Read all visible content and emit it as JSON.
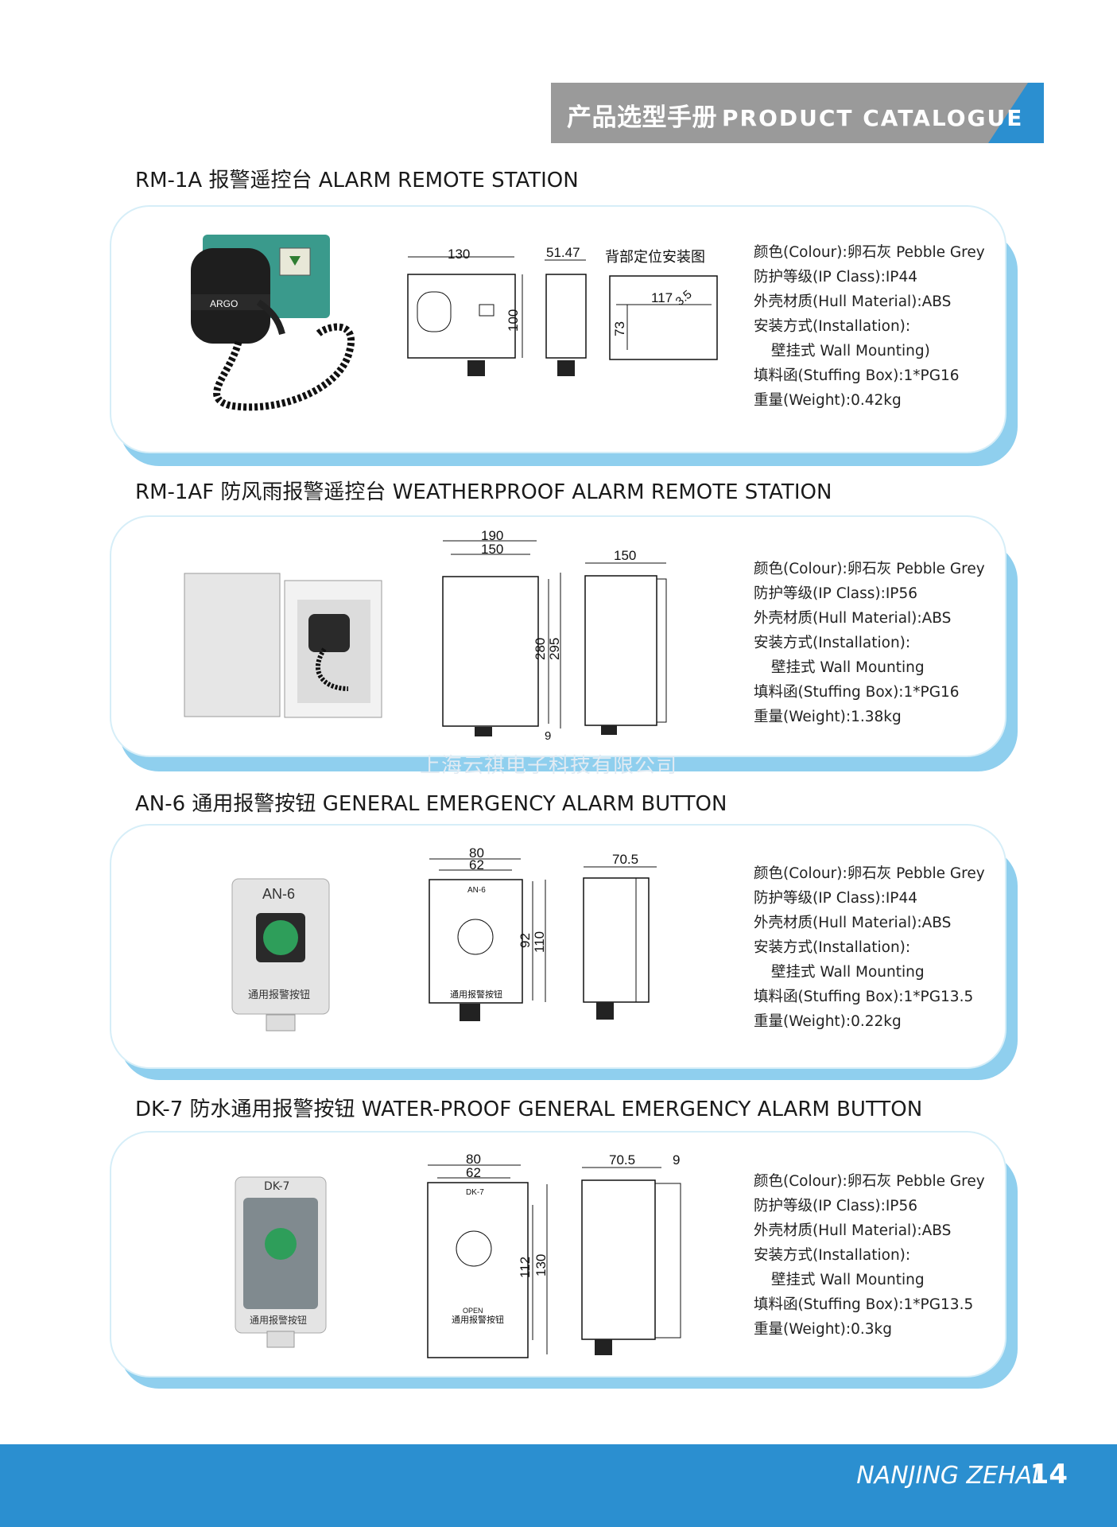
{
  "header": {
    "title_cn": "产品选型手册",
    "title_en": "PRODUCT CATALOGUE"
  },
  "watermark": "上海云祺电子科技有限公司",
  "products": [
    {
      "title": "RM-1A 报警遥控台 ALARM REMOTE STATION",
      "photo_label": "ARGO",
      "drawing": {
        "dims": [
          "130",
          "51.47",
          "100",
          "117",
          "73",
          "3.5"
        ],
        "note": "背部定位安装图"
      },
      "specs": {
        "colour": "颜色(Colour):卵石灰 Pebble Grey",
        "ip": "防护等级(IP Class):IP44",
        "hull": "外壳材质(Hull Material):ABS",
        "install": "安装方式(Installation):",
        "install_value": "壁挂式 Wall Mounting)",
        "stuffing": "填料函(Stuffing Box):1*PG16",
        "weight": "重量(Weight):0.42kg"
      }
    },
    {
      "title": "RM-1AF 防风雨报警遥控台 WEATHERPROOF ALARM REMOTE STATION",
      "drawing": {
        "dims": [
          "190",
          "150",
          "280",
          "295",
          "9",
          "150"
        ]
      },
      "specs": {
        "colour": "颜色(Colour):卵石灰 Pebble Grey",
        "ip": "防护等级(IP Class):IP56",
        "hull": "外壳材质(Hull Material):ABS",
        "install": "安装方式(Installation):",
        "install_value": "壁挂式 Wall Mounting",
        "stuffing": "填料函(Stuffing Box):1*PG16",
        "weight": "重量(Weight):1.38kg"
      }
    },
    {
      "title": "AN-6 通用报警按钮 GENERAL EMERGENCY ALARM BUTTON",
      "photo_label": "AN-6",
      "photo_caption": "通用报警按钮",
      "drawing": {
        "dims": [
          "80",
          "62",
          "92",
          "110",
          "70.5"
        ],
        "label": "AN-6",
        "caption": "通用报警按钮"
      },
      "specs": {
        "colour": "颜色(Colour):卵石灰 Pebble Grey",
        "ip": "防护等级(IP Class):IP44",
        "hull": "外壳材质(Hull Material):ABS",
        "install": "安装方式(Installation):",
        "install_value": "壁挂式 Wall Mounting",
        "stuffing": "填料函(Stuffing Box):1*PG13.5",
        "weight": "重量(Weight):0.22kg"
      }
    },
    {
      "title": "DK-7 防水通用报警按钮 WATER-PROOF GENERAL EMERGENCY ALARM BUTTON",
      "photo_label": "DK-7",
      "photo_caption": "通用报警按钮",
      "drawing": {
        "dims": [
          "80",
          "62",
          "112",
          "130",
          "70.5",
          "9"
        ],
        "label": "DK-7",
        "open": "OPEN",
        "caption": "通用报警按钮"
      },
      "specs": {
        "colour": "颜色(Colour):卵石灰 Pebble Grey",
        "ip": "防护等级(IP Class):IP56",
        "hull": "外壳材质(Hull Material):ABS",
        "install": "安装方式(Installation):",
        "install_value": "壁挂式 Wall Mounting",
        "stuffing": "填料函(Stuffing Box):1*PG13.5",
        "weight": "重量(Weight):0.3kg"
      }
    }
  ],
  "footer": {
    "brand": "NANJING ZEHAI",
    "page": "14"
  },
  "colors": {
    "accent_blue": "#2b8fd0",
    "header_grey": "#9a9a9a",
    "card_shadow": "#8fcfee"
  }
}
